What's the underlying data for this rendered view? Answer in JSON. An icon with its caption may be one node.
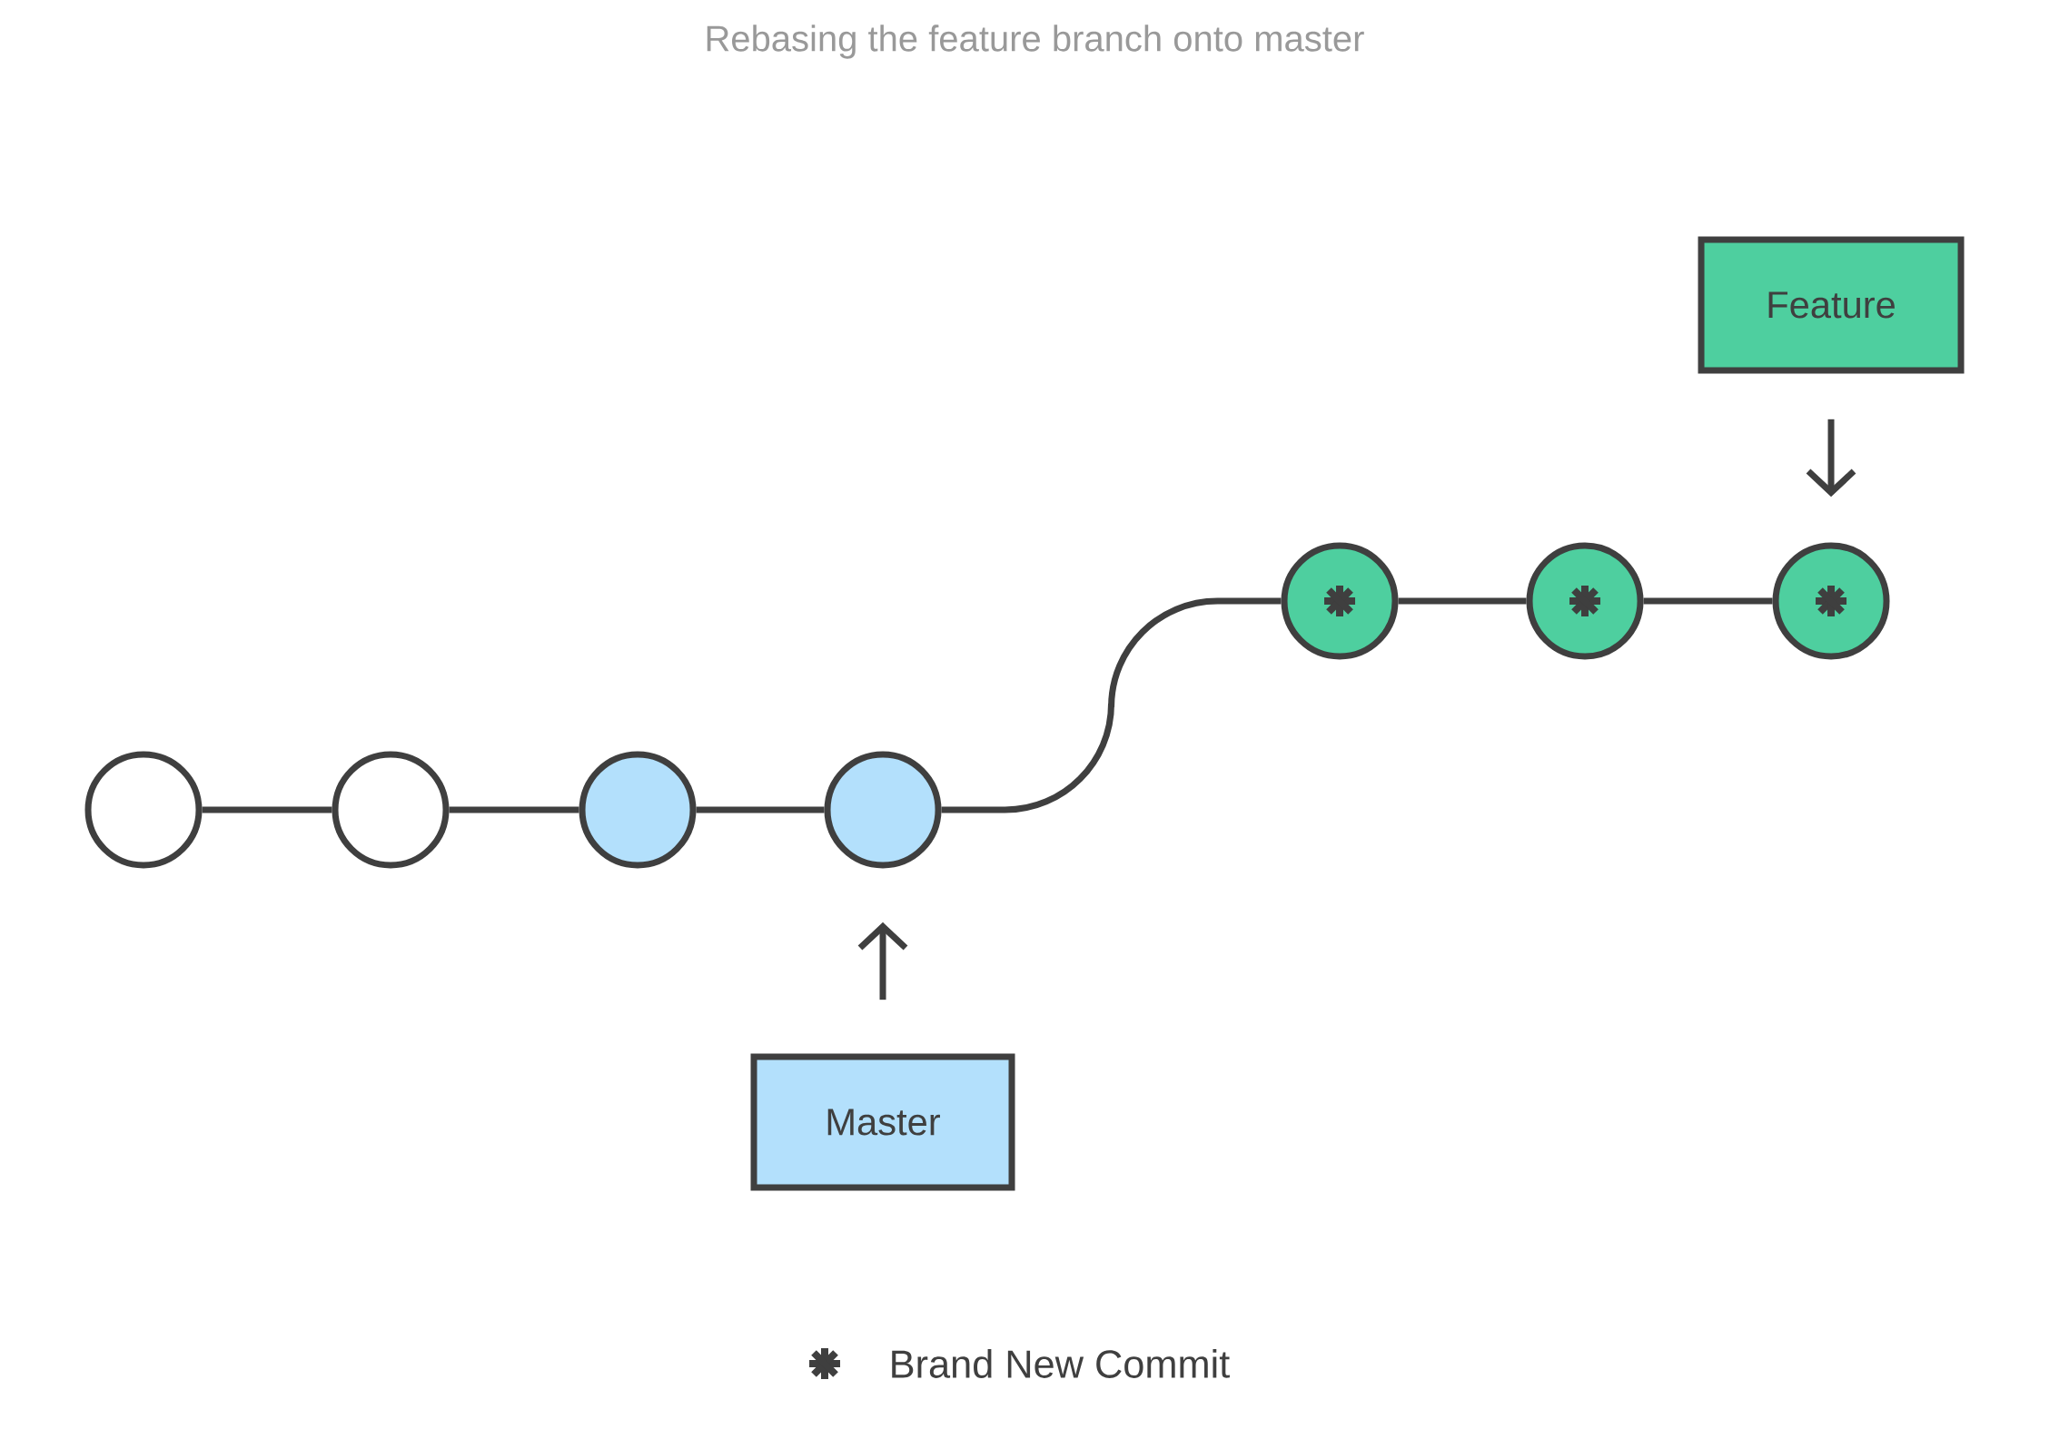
{
  "diagram": {
    "title": "Rebasing the feature branch onto master",
    "nodes": [
      {
        "text": [],
        "shape": "circle"
      },
      {
        "text": [],
        "shape": "circle"
      },
      {
        "text": [],
        "shape": "circle"
      },
      {
        "text": [],
        "shape": "circle"
      },
      {
        "text": [],
        "shape": "circle"
      },
      {
        "text": [],
        "shape": "circle"
      },
      {
        "text": [],
        "shape": "circle"
      },
      {
        "text": [
          "Master"
        ]
      },
      {
        "text": [
          "Feature"
        ]
      }
    ],
    "edges": [
      {
        "from": 0,
        "to": 1,
        "arrow": "none"
      },
      {
        "from": 1,
        "to": 2,
        "arrow": "none"
      },
      {
        "from": 2,
        "to": 3,
        "arrow": "none"
      },
      {
        "from": 3,
        "to": 4,
        "arrow": "none"
      },
      {
        "from": 4,
        "to": 5,
        "arrow": "none"
      },
      {
        "from": 5,
        "to": 6,
        "arrow": "none"
      },
      {
        "from": 7,
        "to": 3,
        "arrow": "to"
      },
      {
        "from": 8,
        "to": 6,
        "arrow": "to"
      }
    ],
    "legend": [
      {
        "text": "Brand New Commit"
      }
    ]
  }
}
